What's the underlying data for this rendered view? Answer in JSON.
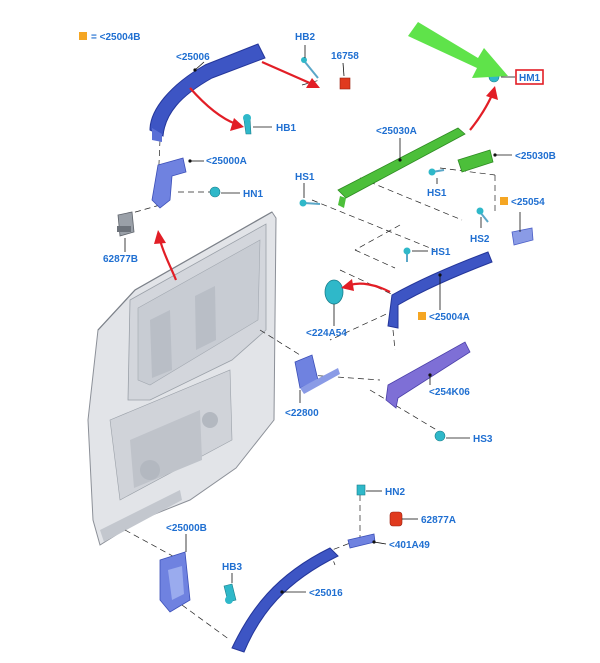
{
  "legend": {
    "symbol_color": "#f5a623",
    "text": "= <25004B"
  },
  "labels": {
    "p25006": "<25006",
    "hb2": "HB2",
    "p16758": "16758",
    "hm1": "HM1",
    "hb1": "HB1",
    "p25000a": "<25000A",
    "hn1": "HN1",
    "p62877b": "62877B",
    "p25030a": "<25030A",
    "p25030b": "<25030B",
    "hs1_left": "HS1",
    "hs1_mid": "HS1",
    "p25054": "<25054",
    "hs2": "HS2",
    "hs1_low": "HS1",
    "p224a54": "<224A54",
    "p25004a": "<25004A",
    "p254k06": "<254K06",
    "p22800": "<22800",
    "hs3": "HS3",
    "hn2": "HN2",
    "p62877a": "62877A",
    "p401a49": "<401A49",
    "p25000b": "<25000B",
    "hb3": "HB3",
    "p25016": "<25016"
  },
  "colors": {
    "label_blue": "#1f6fd1",
    "part_blue": "#3d55c4",
    "part_green": "#4cbf3a",
    "clip_teal": "#2fb8c9",
    "arrow_red": "#e21e26",
    "highlight_green": "#5fe34a",
    "door_gray": "#e2e4e8",
    "legend_orange": "#f5a623"
  },
  "highlight": {
    "target_label": "HM1",
    "box_color": "#e21e26"
  }
}
